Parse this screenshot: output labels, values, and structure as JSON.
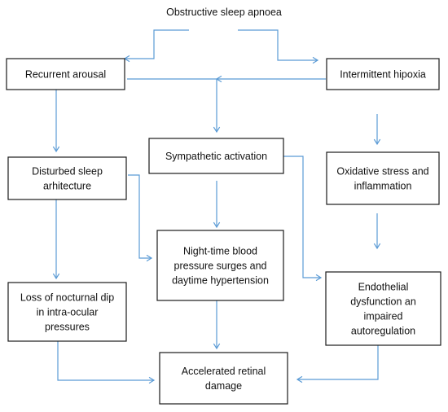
{
  "colors": {
    "arrow": "#5b9bd5",
    "box_border": "#1a1a1a",
    "text": "#111111",
    "background": "#ffffff"
  },
  "nodes": [
    {
      "id": "osa",
      "lines": [
        "Obstructive sleep apnoea"
      ],
      "boxed": false
    },
    {
      "id": "recurrent-arousal",
      "lines": [
        "Recurrent arousal"
      ],
      "boxed": true
    },
    {
      "id": "intermittent-hypoxia",
      "lines": [
        "Intermittent hipoxia"
      ],
      "boxed": true
    },
    {
      "id": "sympathetic-activation",
      "lines": [
        "Sympathetic activation"
      ],
      "boxed": true
    },
    {
      "id": "disturbed-sleep",
      "lines": [
        "Disturbed sleep",
        "arhitecture"
      ],
      "boxed": true
    },
    {
      "id": "oxidative-stress",
      "lines": [
        "Oxidative stress and",
        "inflammation"
      ],
      "boxed": true
    },
    {
      "id": "night-time-bp",
      "lines": [
        "Night-time blood",
        "pressure surges and",
        "daytime hypertension"
      ],
      "boxed": true
    },
    {
      "id": "loss-nocturnal-dip",
      "lines": [
        "Loss of nocturnal dip",
        "in intra-ocular",
        "pressures"
      ],
      "boxed": true
    },
    {
      "id": "endothelial-dysfunction",
      "lines": [
        "Endothelial",
        "dysfunction an",
        "impaired",
        "autoregulation"
      ],
      "boxed": true
    },
    {
      "id": "accelerated-retinal-damage",
      "lines": [
        "Accelerated retinal",
        "damage"
      ],
      "boxed": true
    }
  ],
  "edges": [
    {
      "from": "osa",
      "to": "recurrent-arousal"
    },
    {
      "from": "osa",
      "to": "intermittent-hypoxia"
    },
    {
      "from": "recurrent-arousal",
      "to": "disturbed-sleep"
    },
    {
      "from": "recurrent-arousal",
      "to": "sympathetic-activation"
    },
    {
      "from": "intermittent-hypoxia",
      "to": "sympathetic-activation"
    },
    {
      "from": "intermittent-hypoxia",
      "to": "oxidative-stress"
    },
    {
      "from": "disturbed-sleep",
      "to": "loss-nocturnal-dip"
    },
    {
      "from": "disturbed-sleep",
      "to": "night-time-bp"
    },
    {
      "from": "sympathetic-activation",
      "to": "night-time-bp"
    },
    {
      "from": "sympathetic-activation",
      "to": "endothelial-dysfunction"
    },
    {
      "from": "oxidative-stress",
      "to": "endothelial-dysfunction"
    },
    {
      "from": "night-time-bp",
      "to": "accelerated-retinal-damage"
    },
    {
      "from": "loss-nocturnal-dip",
      "to": "accelerated-retinal-damage"
    },
    {
      "from": "endothelial-dysfunction",
      "to": "accelerated-retinal-damage"
    }
  ]
}
